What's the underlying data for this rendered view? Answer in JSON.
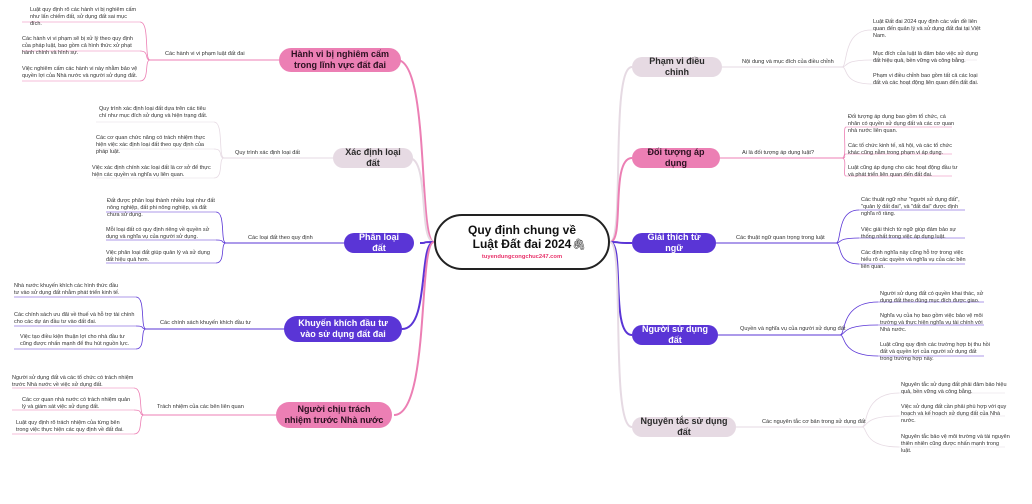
{
  "center": {
    "title_line1": "Quy định chung về",
    "title_line2": "Luật Đất đai 2024",
    "url": "tuyendungcongchuc247.com",
    "icon": "paperclip-icon"
  },
  "right": [
    {
      "title": "Phạm vi điều chỉnh",
      "branch": "Nội dung và mục đích của điều chỉnh",
      "leaves": [
        "Luật Đất đai 2024 quy định các vấn đề liên quan đến quản lý và sử dụng đất đai tại Việt Nam.",
        "Mục đích của luật là đảm bảo việc sử dụng đất hiệu quả, bền vững và công bằng.",
        "Phạm vi điều chỉnh bao gồm tất cả các loại đất và các hoạt động liên quan đến đất đai."
      ]
    },
    {
      "title": "Đối tượng áp dụng",
      "branch": "Ai là đối tượng áp dụng luật?",
      "leaves": [
        "Đối tượng áp dụng bao gồm tổ chức, cá nhân có quyền sử dụng đất và các cơ quan nhà nước liên quan.",
        "Các tổ chức kinh tế, xã hội, và các tổ chức khác cũng nằm trong phạm vi áp dụng.",
        "Luật cũng áp dụng cho các hoạt động đầu tư và phát triển liên quan đến đất đai."
      ]
    },
    {
      "title": "Giải thích từ ngữ",
      "branch": "Các thuật ngữ quan trọng trong luật",
      "leaves": [
        "Các thuật ngữ như \"người sử dụng đất\", \"quản lý đất đai\", và \"đất đai\" được định nghĩa rõ ràng.",
        "Việc giải thích từ ngữ giúp đảm bảo sự thống nhất trong việc áp dụng luật.",
        "Các định nghĩa này cũng hỗ trợ trong việc hiểu rõ các quyền và nghĩa vụ của các bên liên quan."
      ]
    },
    {
      "title": "Người sử dụng đất",
      "branch": "Quyền và nghĩa vụ của người sử dụng đất",
      "leaves": [
        "Người sử dụng đất có quyền khai thác, sử dụng đất theo đúng mục đích được giao.",
        "Nghĩa vụ của họ bao gồm việc bảo vệ môi trường và thực hiện nghĩa vụ tài chính với Nhà nước.",
        "Luật cũng quy định các trường hợp bị thu hồi đất và quyền lợi của người sử dụng đất trong trường hợp này."
      ]
    },
    {
      "title": "Nguyên tắc sử dụng đất",
      "branch": "Các nguyên tắc cơ bản trong sử dụng đất",
      "leaves": [
        "Nguyên tắc sử dụng đất phải đảm bảo hiệu quả, bền vững và công bằng.",
        "Việc sử dụng đất cần phải phù hợp với quy hoạch và kế hoạch sử dụng đất của Nhà nước.",
        "Nguyên tắc bảo vệ môi trường và tài nguyên thiên nhiên cũng được nhấn mạnh trong luật."
      ]
    }
  ],
  "left": [
    {
      "title": "Hành vi bị nghiêm cấm trong lĩnh vực đất đai",
      "branch": "Các hành vi vi phạm luật đất đai",
      "leaves": [
        "Luật quy định rõ các hành vi bị nghiêm cấm như lấn chiếm đất, sử dụng đất sai mục đích.",
        "Các hành vi vi phạm sẽ bị xử lý theo quy định của pháp luật, bao gồm cả hình thức xử phạt hành chính và hình sự.",
        "Việc nghiêm cấm các hành vi này nhằm bảo vệ quyền lợi của Nhà nước và người sử dụng đất."
      ]
    },
    {
      "title": "Xác định loại đất",
      "branch": "Quy trình xác định loại đất",
      "leaves": [
        "Quy trình xác định loại đất dựa trên các tiêu chí như mục đích sử dụng và hiện trạng đất.",
        "Các cơ quan chức năng có trách nhiệm thực hiện việc xác định loại đất theo quy định của pháp luật.",
        "Việc xác định chính xác loại đất là cơ sở để thực hiện các quyền và nghĩa vụ liên quan."
      ]
    },
    {
      "title": "Phân loại đất",
      "branch": "Các loại đất theo quy định",
      "leaves": [
        "Đất được phân loại thành nhiều loại như đất nông nghiệp, đất phi nông nghiệp, và đất chưa sử dụng.",
        "Mỗi loại đất có quy định riêng về quyền sử dụng và nghĩa vụ của người sử dụng.",
        "Việc phân loại đất giúp quản lý và sử dụng đất hiệu quả hơn."
      ]
    },
    {
      "title": "Khuyến khích đầu tư vào sử dụng đất đai",
      "branch": "Các chính sách khuyến khích đầu tư",
      "leaves": [
        "Nhà nước khuyến khích các hình thức đầu tư vào sử dụng đất nhằm phát triển kinh tế.",
        "Các chính sách ưu đãi về thuế và hỗ trợ tài chính cho các dự án đầu tư vào đất đai.",
        "Việc tạo điều kiện thuận lợi cho nhà đầu tư cũng được nhấn mạnh để thu hút nguồn lực."
      ]
    },
    {
      "title": "Người chịu trách nhiệm trước Nhà nước",
      "branch": "Trách nhiệm của các bên liên quan",
      "leaves": [
        "Người sử dụng đất và các tổ chức có trách nhiệm trước Nhà nước về việc sử dụng đất.",
        "Các cơ quan nhà nước có trách nhiệm quản lý và giám sát việc sử dụng đất.",
        "Luật quy định rõ trách nhiệm của từng bên trong việc thực hiện các quy định về đất đai."
      ]
    }
  ],
  "colors": {
    "pink": "#ec7fb4",
    "light": "#e6dae3",
    "purple": "#5a35d6",
    "url": "#e8326a"
  }
}
